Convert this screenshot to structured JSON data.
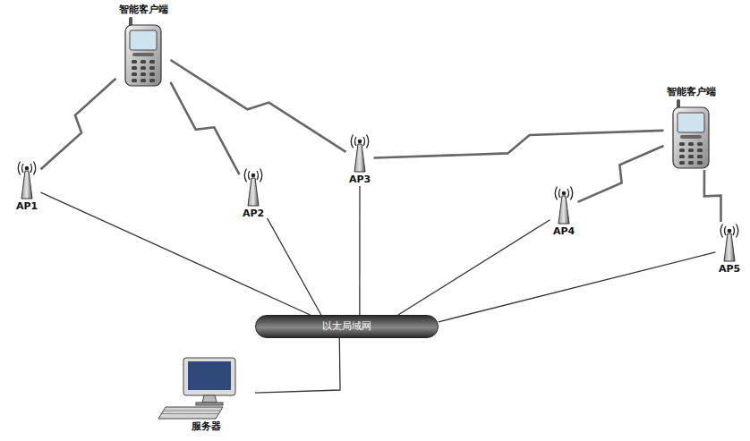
{
  "diagram": {
    "nodes": [
      {
        "text": [
          "智能客户端"
        ]
      },
      {
        "text": [
          "智能客户端"
        ]
      },
      {
        "text": [
          "AP1"
        ]
      },
      {
        "text": [
          "AP2"
        ]
      },
      {
        "text": [
          "AP3"
        ]
      },
      {
        "text": [
          "AP4"
        ]
      },
      {
        "text": [
          "AP5"
        ]
      },
      {
        "text": [
          "以太局域网"
        ]
      },
      {
        "text": [
          "服务器"
        ]
      }
    ],
    "edges": [
      {
        "from": 0,
        "to": 2,
        "arrow": "none"
      },
      {
        "from": 0,
        "to": 3,
        "arrow": "none"
      },
      {
        "from": 0,
        "to": 4,
        "arrow": "none"
      },
      {
        "from": 1,
        "to": 4,
        "arrow": "none"
      },
      {
        "from": 1,
        "to": 5,
        "arrow": "none"
      },
      {
        "from": 1,
        "to": 6,
        "arrow": "none"
      },
      {
        "from": 2,
        "to": 7,
        "arrow": "none"
      },
      {
        "from": 3,
        "to": 7,
        "arrow": "none"
      },
      {
        "from": 4,
        "to": 7,
        "arrow": "none"
      },
      {
        "from": 5,
        "to": 7,
        "arrow": "none"
      },
      {
        "from": 6,
        "to": 7,
        "arrow": "none"
      },
      {
        "from": 8,
        "to": 7,
        "arrow": "none"
      }
    ]
  }
}
